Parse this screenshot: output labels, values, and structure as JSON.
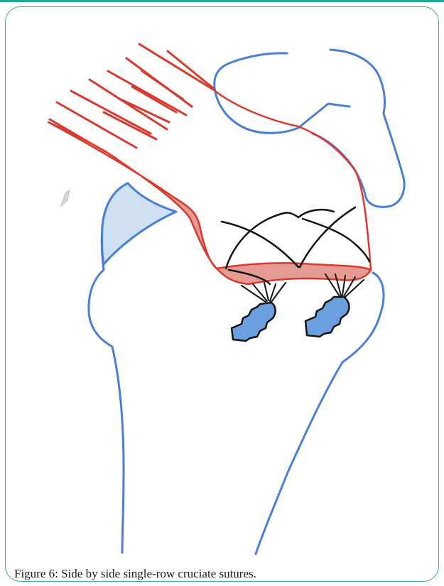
{
  "figure": {
    "caption": "Figure 6: Side by side single-row cruciate sutures.",
    "colors": {
      "bone_outline": "#4a7fd4",
      "tendon": "#d83a2e",
      "tendon_fill": "#e59a94",
      "suture": "#111111",
      "anchor_fill": "#6a9fe0",
      "frame_border": "#3aa89a",
      "header_rule": "#1fa69a"
    },
    "icons": [
      "humerus-outline",
      "acromion-outline",
      "rotator-cuff-tendon",
      "cruciate-suture",
      "suture-anchor"
    ]
  }
}
